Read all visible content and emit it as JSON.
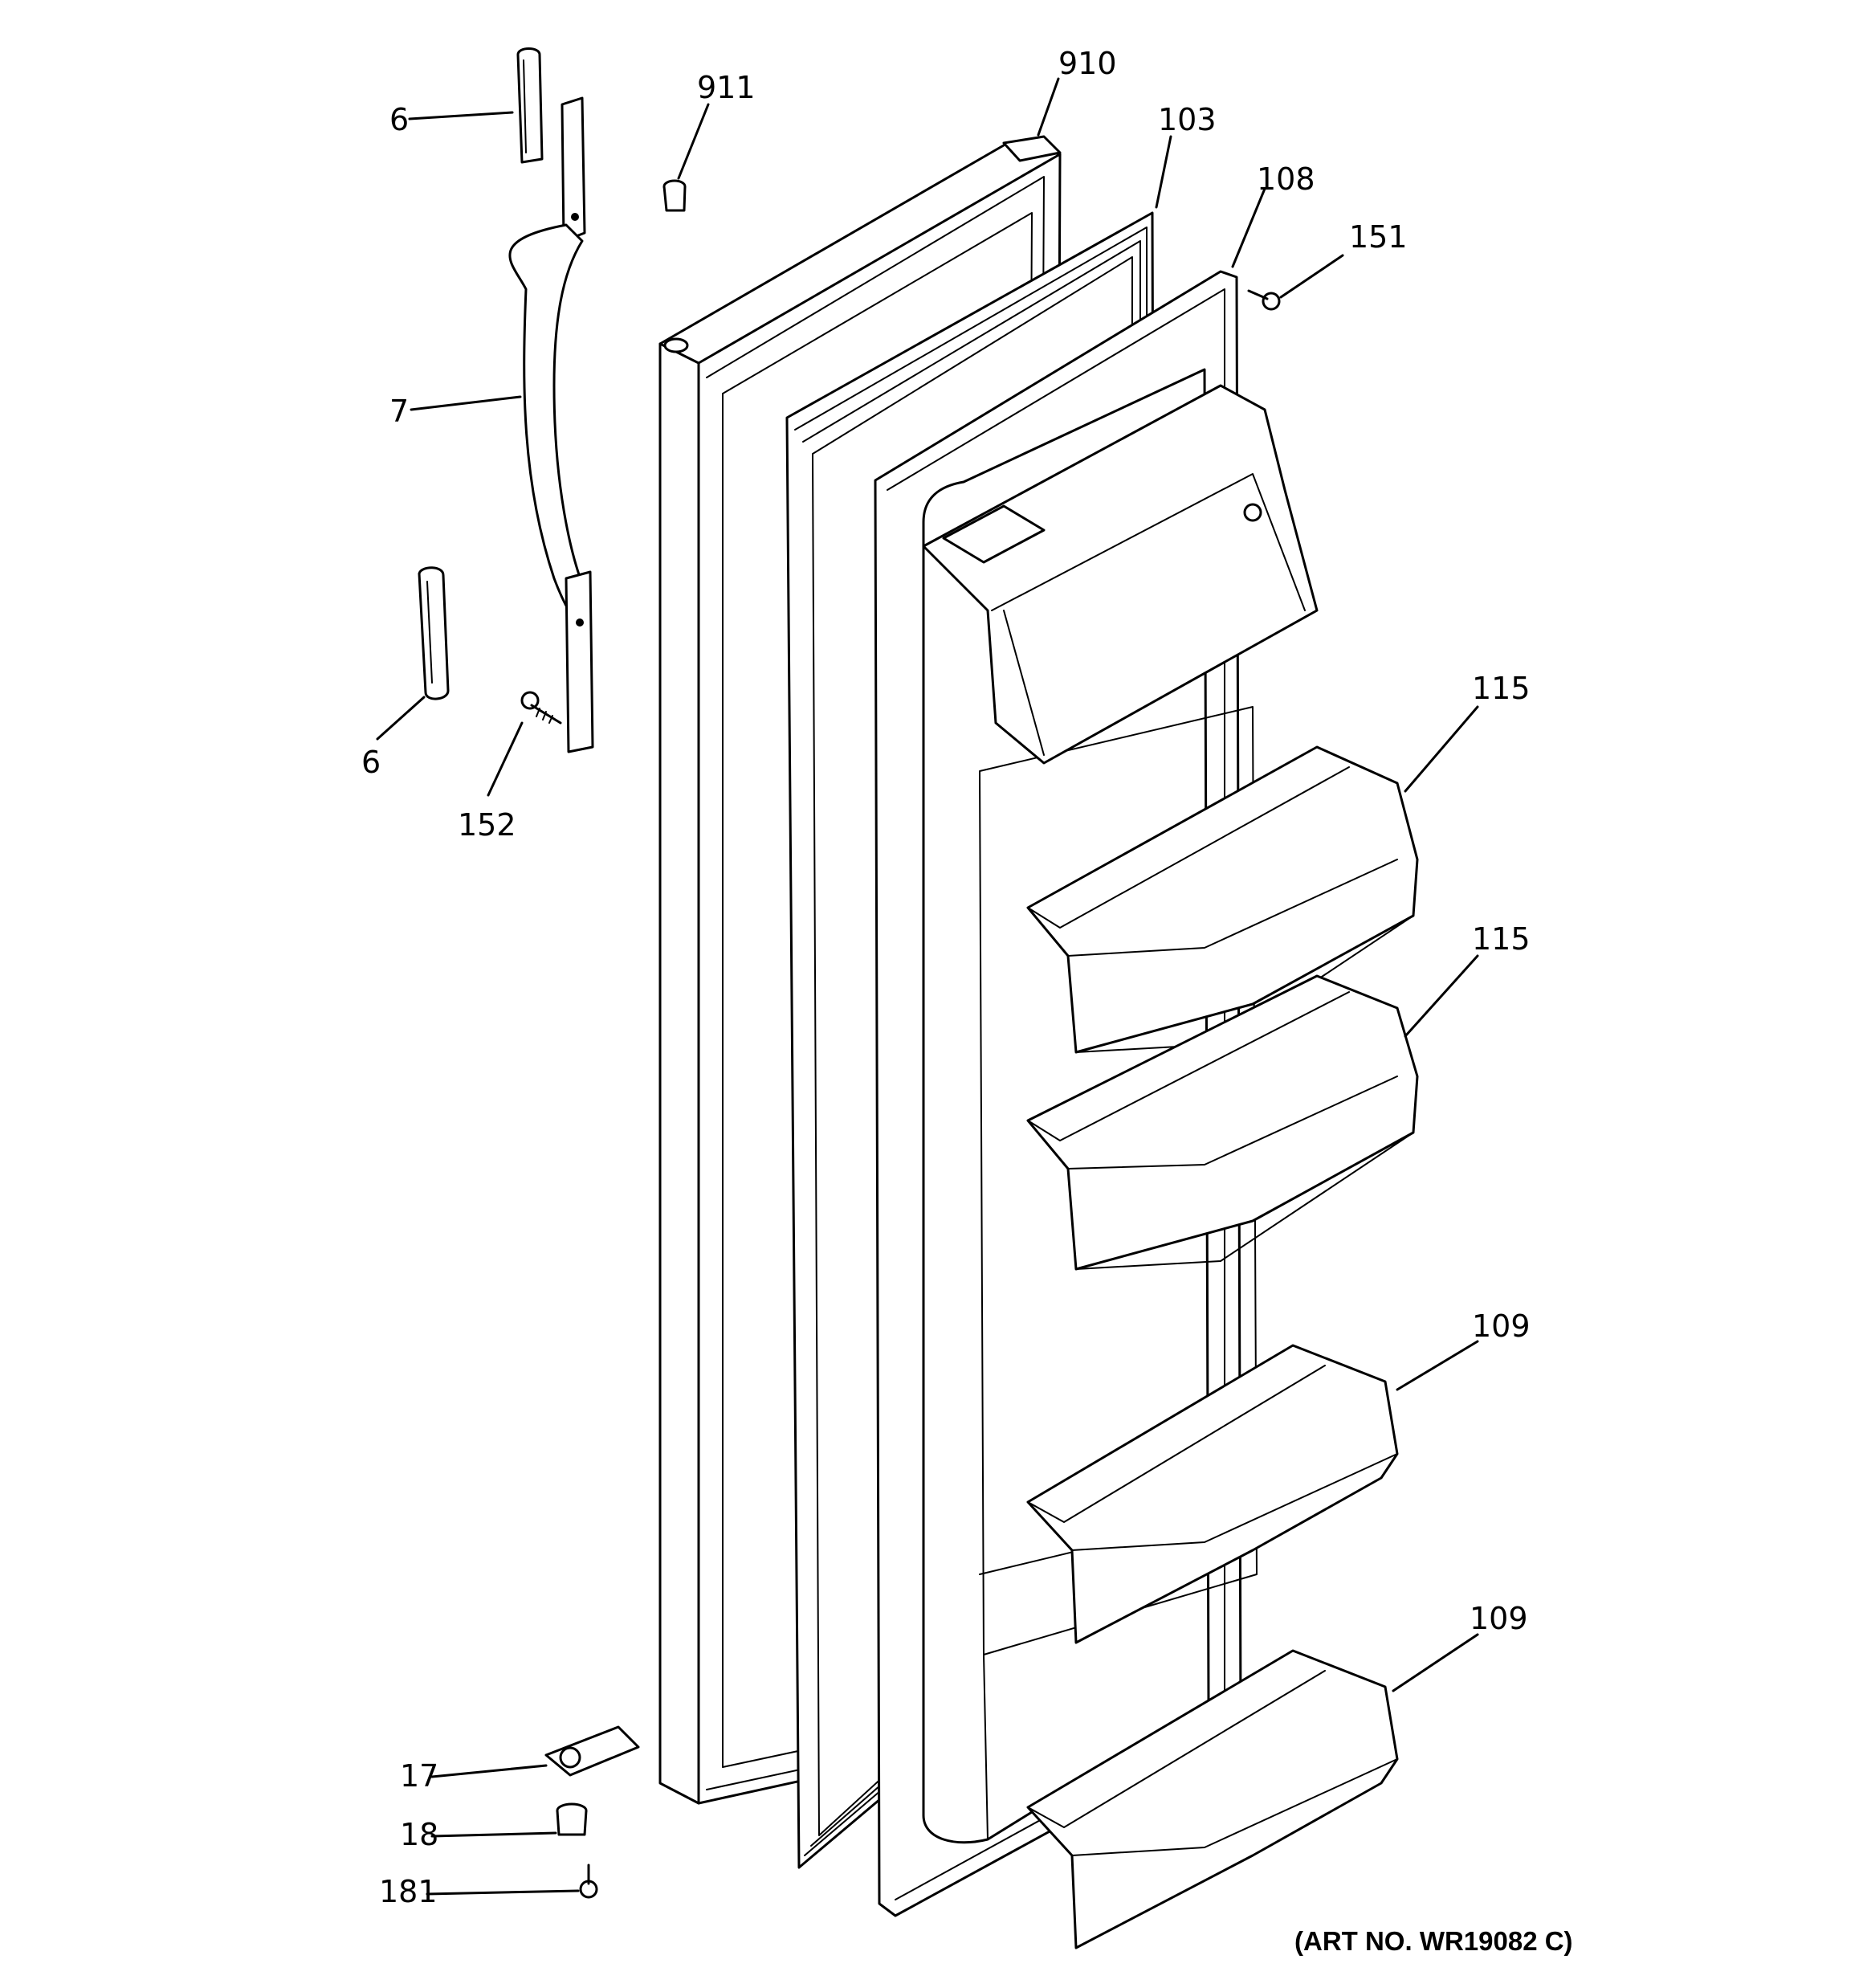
{
  "callouts": {
    "c6_top": "6",
    "c7": "7",
    "c6_bottom": "6",
    "c152": "152",
    "c911": "911",
    "c910": "910",
    "c103": "103",
    "c108": "108",
    "c151": "151",
    "c115_upper": "115",
    "c115_lower": "115",
    "c109_upper": "109",
    "c109_lower": "109",
    "c17": "17",
    "c18": "18",
    "c181": "181"
  },
  "art_number": "(ART NO. WR19082 C)"
}
